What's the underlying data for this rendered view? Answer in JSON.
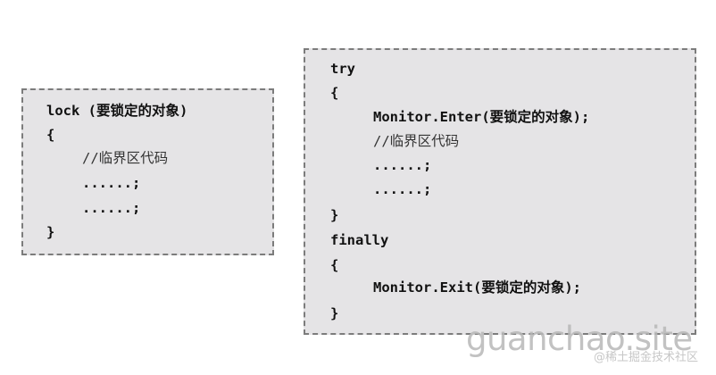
{
  "lock_block": {
    "lines": [
      "lock (要锁定的对象)",
      "{",
      "//临界区代码",
      "......;",
      "......;",
      "}"
    ]
  },
  "monitor_block": {
    "lines": [
      "try",
      "{",
      "Monitor.Enter(要锁定的对象);",
      "//临界区代码",
      "......;",
      "......;",
      "}",
      "finally",
      "{",
      "Monitor.Exit(要锁定的对象);",
      "}"
    ]
  },
  "watermark": {
    "main": "guanchao.site",
    "sub": "@稀土掘金技术社区"
  },
  "colors": {
    "box_background": "#e5e4e6",
    "box_border": "#7c7c7c",
    "code_text": "#111111",
    "watermark": "#b8b8b8"
  }
}
